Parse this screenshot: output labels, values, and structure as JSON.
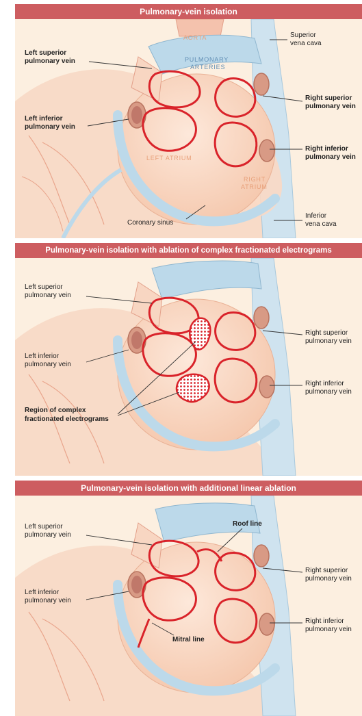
{
  "panels": [
    {
      "header": "Pulmonary-vein isolation",
      "labels": {
        "aorta": "AORTA",
        "pulmonary_arteries_1": "PULMONARY",
        "pulmonary_arteries_2": "ARTERIES",
        "left_atrium": "LEFT ATRIUM",
        "right_atrium_1": "RIGHT",
        "right_atrium_2": "ATRIUM",
        "left_superior_1": "Left superior",
        "left_superior_2": "pulmonary vein",
        "left_inferior_1": "Left inferior",
        "left_inferior_2": "pulmonary vein",
        "superior_vena_cava_1": "Superior",
        "superior_vena_cava_2": "vena cava",
        "right_superior_1": "Right superior",
        "right_superior_2": "pulmonary vein",
        "right_inferior_1": "Right inferior",
        "right_inferior_2": "pulmonary vein",
        "coronary_sinus": "Coronary sinus",
        "inferior_vena_cava_1": "Inferior",
        "inferior_vena_cava_2": "vena cava"
      }
    },
    {
      "header": "Pulmonary-vein isolation with ablation of complex fractionated electrograms",
      "labels": {
        "left_superior_1": "Left superior",
        "left_superior_2": "pulmonary vein",
        "left_inferior_1": "Left inferior",
        "left_inferior_2": "pulmonary vein",
        "right_superior_1": "Right superior",
        "right_superior_2": "pulmonary vein",
        "right_inferior_1": "Right inferior",
        "right_inferior_2": "pulmonary vein",
        "cfe_region_1": "Region of complex",
        "cfe_region_2": "fractionated electrograms"
      }
    },
    {
      "header": "Pulmonary-vein isolation with additional linear ablation",
      "labels": {
        "left_superior_1": "Left superior",
        "left_superior_2": "pulmonary vein",
        "left_inferior_1": "Left inferior",
        "left_inferior_2": "pulmonary vein",
        "right_superior_1": "Right superior",
        "right_superior_2": "pulmonary vein",
        "right_inferior_1": "Right inferior",
        "right_inferior_2": "pulmonary vein",
        "roof_line": "Roof line",
        "mitral_line": "Mitral line"
      }
    }
  ],
  "colors": {
    "header_bg": "#cd5d60",
    "ablation_line": "#d9232a",
    "atrium": "#fbdcc8",
    "vessel_blue": "#bcd9ea",
    "background": "#fcefe0"
  }
}
